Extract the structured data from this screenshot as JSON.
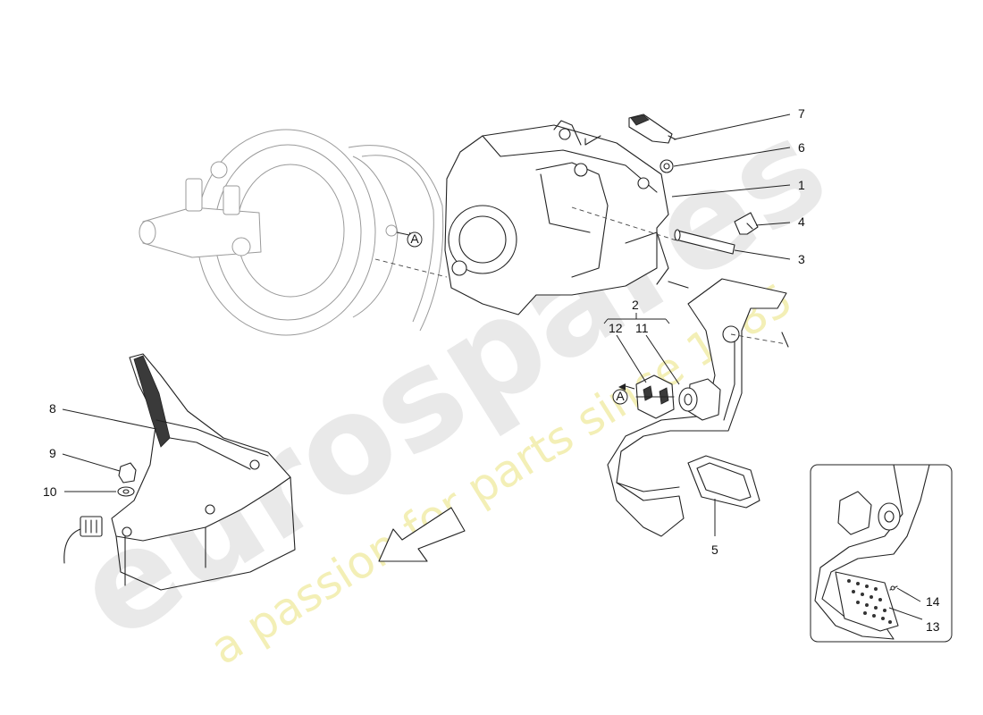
{
  "callouts": [
    {
      "id": "1",
      "label": "1"
    },
    {
      "id": "2",
      "label": "2"
    },
    {
      "id": "3",
      "label": "3"
    },
    {
      "id": "4",
      "label": "4"
    },
    {
      "id": "5",
      "label": "5"
    },
    {
      "id": "6",
      "label": "6"
    },
    {
      "id": "7",
      "label": "7"
    },
    {
      "id": "8",
      "label": "8"
    },
    {
      "id": "9",
      "label": "9"
    },
    {
      "id": "10",
      "label": "10"
    },
    {
      "id": "11",
      "label": "11"
    },
    {
      "id": "12",
      "label": "12"
    },
    {
      "id": "13",
      "label": "13"
    },
    {
      "id": "14",
      "label": "14"
    }
  ],
  "ref_markers": {
    "a_upper": "A",
    "a_lower": "A"
  },
  "watermark": {
    "logo": "eurospares",
    "tagline": "a passion for parts since 1985"
  },
  "colors": {
    "line": "#222222",
    "ghost": "#9a9a9a",
    "watermark_logo": "#cfcfcf",
    "watermark_tag": "#e8e070"
  }
}
